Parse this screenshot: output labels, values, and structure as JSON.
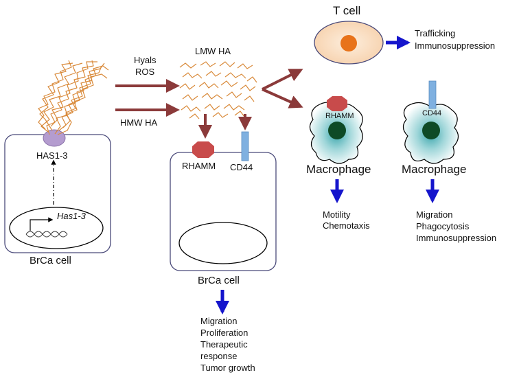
{
  "labels": {
    "hyals": "Hyals",
    "ros": "ROS",
    "lmw_ha": "LMW HA",
    "hmw_ha": "HMW HA",
    "has_protein": "HAS1-3",
    "has_gene": "Has1-3",
    "brca_left": "BrCa cell",
    "brca_mid": "BrCa cell",
    "rhamm_mid": "RHAMM",
    "cd44_mid": "CD44",
    "t_cell": "T cell",
    "rhamm_mac": "RHAMM",
    "cd44_mac": "CD44",
    "macrophage_1": "Macrophage",
    "macrophage_2": "Macrophage"
  },
  "outcomes": {
    "t_cell": [
      "Trafficking",
      "Immunosuppression"
    ],
    "macrophage_rhamm": [
      "Motility",
      "Chemotaxis"
    ],
    "macrophage_cd44": [
      "Migration",
      "Phagocytosis",
      "Immunosuppression"
    ],
    "brca": [
      "Migration",
      "Proliferation",
      "Therapeutic",
      "response",
      "Tumor growth"
    ]
  },
  "colors": {
    "ha_strand": "#d98a3a",
    "dark_arrow": "#8b3a3a",
    "blue_arrow": "#1515cc",
    "cell_outline": "#4a4a7a",
    "has_enzyme": "#b49ccf",
    "rhamm": "#c84b4b",
    "cd44": "#7fb0e0",
    "t_cell_fill": "#f9dcc0",
    "t_cell_nucleus": "#e8731a",
    "macrophage_fill": "#9cd6d8",
    "macrophage_nucleus": "#0e4a26"
  },
  "icons": [
    "dna-icon",
    "gene-arrow-icon"
  ]
}
